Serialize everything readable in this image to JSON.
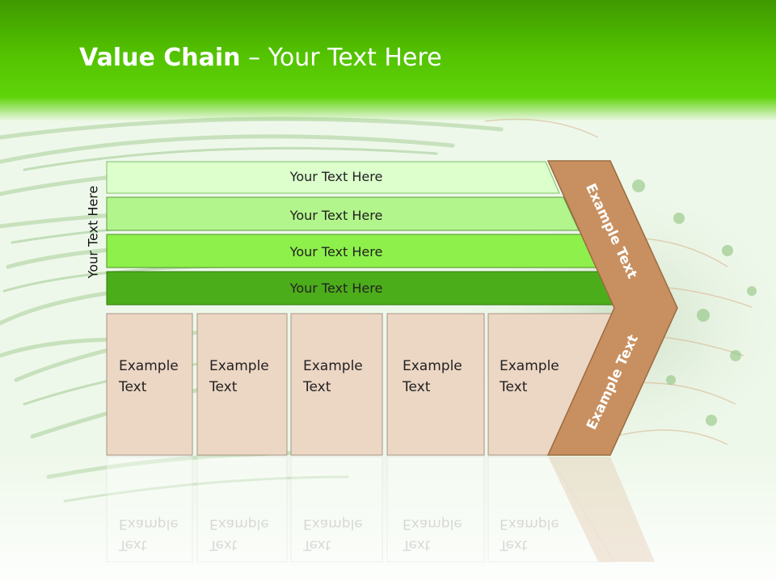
{
  "slide": {
    "title_bold": "Value Chain",
    "title_rest": " – Your Text Here",
    "side_label": "Your Text Here",
    "bands": [
      {
        "label": "Your Text Here",
        "color": "#dcffcc"
      },
      {
        "label": "Your Text Here",
        "color": "#b2f58c"
      },
      {
        "label": "Your Text Here",
        "color": "#8ef04a"
      },
      {
        "label": "Your Text Here",
        "color": "#4cad1a"
      }
    ],
    "cells": [
      {
        "line1": "Example",
        "line2": "Text"
      },
      {
        "line1": "Example",
        "line2": "Text"
      },
      {
        "line1": "Example",
        "line2": "Text"
      },
      {
        "line1": "Example",
        "line2": "Text"
      },
      {
        "line1": "Example",
        "line2": "Text"
      }
    ],
    "chevron_top_text": "Example Text",
    "chevron_bottom_text": "Example Text",
    "colors": {
      "header_green": "#53c200",
      "cell_fill": "#ecd6c4",
      "cell_border": "#a89584",
      "chevron_fill": "#c89060",
      "chevron_border": "#9a6a40"
    }
  }
}
